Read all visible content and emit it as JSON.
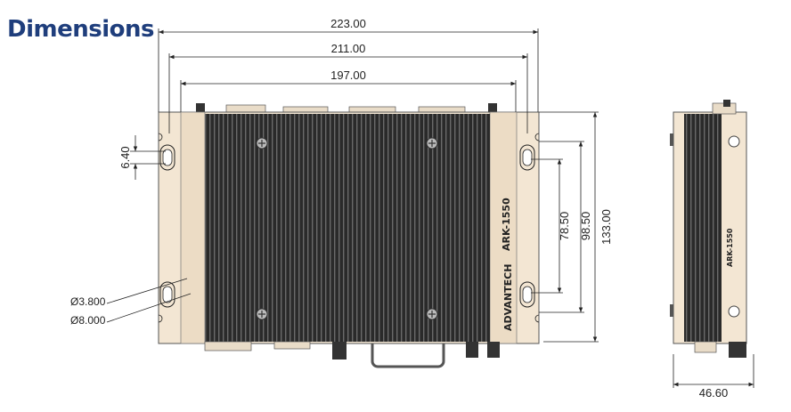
{
  "page": {
    "title": "Dimensions"
  },
  "dimensions": {
    "width_overall": "223.00",
    "width_mount": "211.00",
    "width_body": "197.00",
    "slot_height": "6.40",
    "hole_small": "Ø3.800",
    "hole_large": "Ø8.000",
    "inner_height_a": "78.50",
    "inner_height_b": "98.50",
    "height_overall": "133.00",
    "depth": "46.60"
  },
  "product": {
    "brand": "ADVANTECH",
    "model": "ARK-1550"
  },
  "colors": {
    "title": "#1f3e7c",
    "chassis": "#f3e6d3",
    "fins": "#1b1b1b",
    "line": "#222222"
  }
}
